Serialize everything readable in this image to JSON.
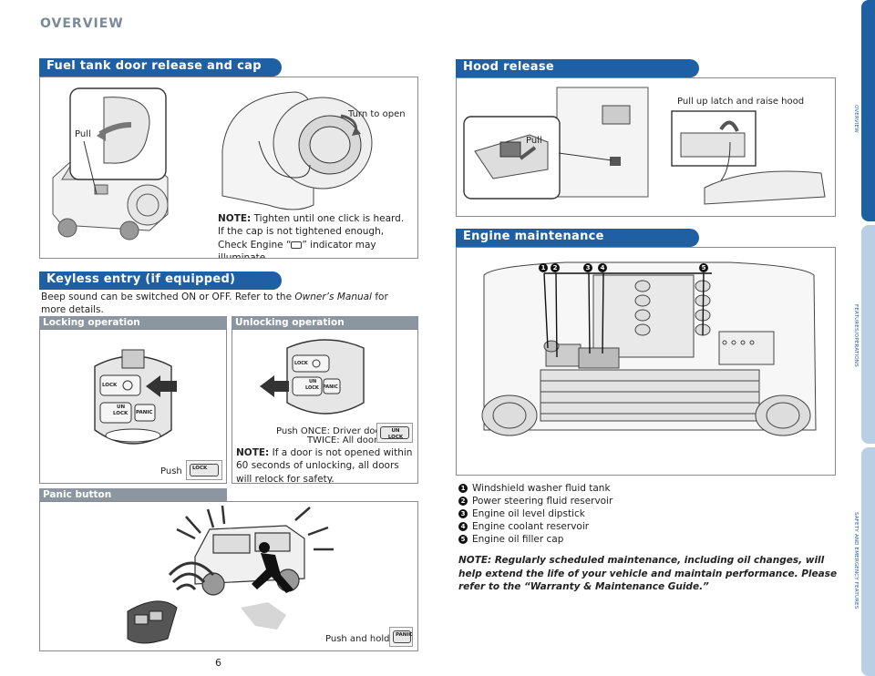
{
  "page_heading": "OVERVIEW",
  "page_number": "6",
  "fuel": {
    "title": "Fuel tank door release and cap",
    "pull_label": "Pull",
    "turn_label": "Turn to open",
    "note_label": "NOTE:",
    "note_text": "Tighten until one click is heard. If the cap is not tightened enough, Check Engine “",
    "note_text_end": "” indicator may illuminate."
  },
  "keyless": {
    "title": "Keyless entry (if equipped)",
    "intro": "Beep sound can be switched ON or OFF. Refer to the ",
    "intro_manual": "Owner’s Manual",
    "intro_end": " for more details.",
    "locking_title": "Locking operation",
    "unlocking_title": "Unlocking operation",
    "push_label": "Push",
    "push_once": "Push ONCE: Driver door",
    "push_twice": "TWICE: All doors",
    "note_label": "NOTE:",
    "note_text": "If a door is not opened within 60 seconds of unlocking, all doors will relock for safety.",
    "key_lock": "LOCK",
    "key_unlock_1": "UN",
    "key_unlock_2": "LOCK",
    "key_panic": "PANIC"
  },
  "panic": {
    "title": "Panic button",
    "push_hold": "Push and hold"
  },
  "hood": {
    "title": "Hood release",
    "pull_label": "Pull",
    "latch_label": "Pull up latch and raise hood"
  },
  "engine": {
    "title": "Engine maintenance",
    "items": [
      {
        "num": "1",
        "label": "Windshield washer fluid tank"
      },
      {
        "num": "2",
        "label": "Power steering fluid reservoir"
      },
      {
        "num": "3",
        "label": "Engine oil level dipstick"
      },
      {
        "num": "4",
        "label": "Engine coolant reservoir"
      },
      {
        "num": "5",
        "label": "Engine oil filler cap"
      }
    ],
    "note": "NOTE: Regularly scheduled maintenance, including oil changes, will help extend the life of your vehicle and maintain performance. Please refer to the “Warranty & Maintenance Guide.”"
  },
  "side_tabs": [
    {
      "label": "OVERVIEW",
      "color": "#1f5fa3"
    },
    {
      "label": "FEATURES/OPERATIONS",
      "color": "#b8cfe6"
    },
    {
      "label": "SAFETY AND EMERGENCY FEATURES",
      "color": "#b8cfe6"
    }
  ]
}
